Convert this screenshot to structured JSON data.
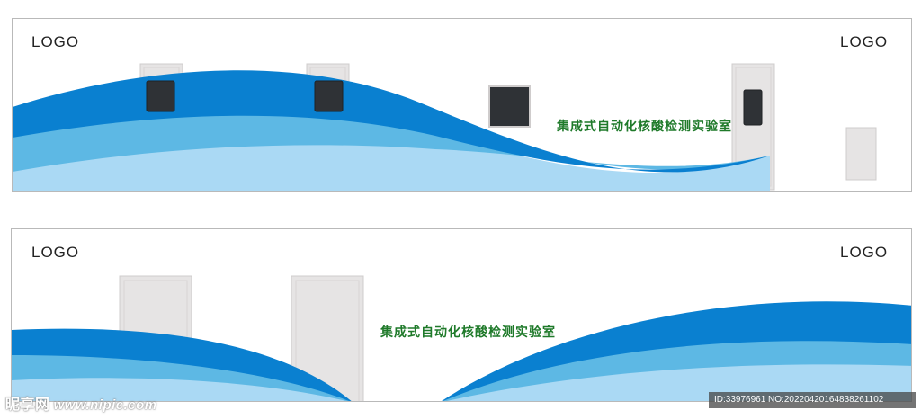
{
  "panels": [
    {
      "logo_left": "LOGO",
      "logo_right": "LOGO",
      "title": "集成式自动化核酸检测实验室"
    },
    {
      "logo_left": "LOGO",
      "logo_right": "LOGO",
      "title": "集成式自动化核酸检测实验室"
    }
  ],
  "watermark": {
    "brand": "昵享网",
    "site": "www.nipic.com",
    "id_text": "ID:33976961 NO:20220420164838261102"
  },
  "colors": {
    "wave_dark": "#0a80d0",
    "wave_mid": "#5db8e4",
    "wave_light": "#aad9f4",
    "title_green": "#1f7a2a",
    "door": "#e6e4e4",
    "screen": "#2f3236"
  }
}
